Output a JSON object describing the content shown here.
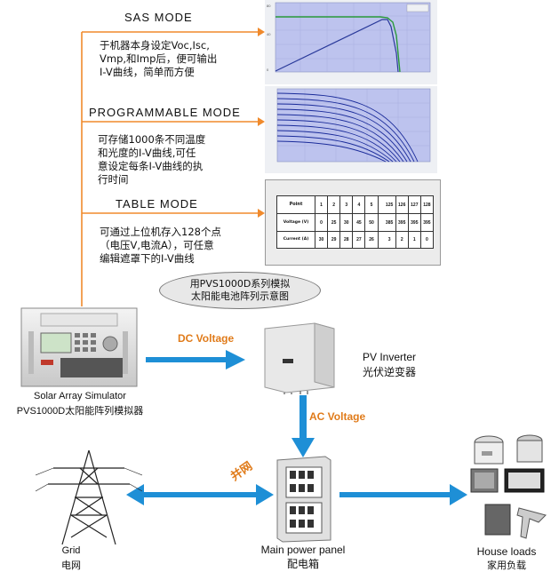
{
  "modes": [
    {
      "title": "SAS MODE",
      "desc": [
        "于机器本身设定Voc,Isc,",
        "Vmp,和Imp后，便可输出",
        "I-V曲线，简单而方便"
      ]
    },
    {
      "title": "PROGRAMMABLE MODE",
      "desc": [
        "可存储1000条不同温度",
        "和光度的I-V曲线,可任",
        "意设定每条I-V曲线的执",
        "行时间"
      ]
    },
    {
      "title": "TABLE MODE",
      "desc": [
        "可通过上位机存入128个点",
        "（电压V,电流A），可任意",
        "编辑遮罩下的I-V曲线"
      ]
    }
  ],
  "caption": [
    "用PVS1000D系列模拟",
    "太阳能电池阵列示意图"
  ],
  "simulator": {
    "name_en": "Solar Array Simulator",
    "name_cn": "PVS1000D太阳能阵列模拟器"
  },
  "inverter": {
    "name_en": "PV Inverter",
    "name_cn": "光伏逆变器"
  },
  "dc_label": "DC Voltage",
  "ac_label": "AC Voltage",
  "grid_tie_label": "并网",
  "grid": {
    "name_en": "Grid",
    "name_cn": "电网"
  },
  "panel": {
    "name_en": "Main power panel",
    "name_cn": "配电箱"
  },
  "loads": {
    "name_en": "House loads",
    "name_cn": "家用负载"
  },
  "table_mode_table": {
    "rows": [
      {
        "label": "Point",
        "values": [
          "1",
          "2",
          "3",
          "4",
          "5",
          "125",
          "126",
          "127",
          "128"
        ]
      },
      {
        "label": "Voltage (V)",
        "values": [
          "0",
          "25",
          "30",
          "45",
          "50",
          "385",
          "395",
          "395",
          "395"
        ]
      },
      {
        "label": "Current (A)",
        "values": [
          "30",
          "29",
          "28",
          "27",
          "26",
          "3",
          "2",
          "1",
          "0"
        ]
      }
    ]
  },
  "colors": {
    "accent_arrow": "#f08a2c",
    "blue_arrow": "#1e8fd6",
    "chart_bg": "#bdc3ee",
    "label_orange": "#e07b1a"
  }
}
